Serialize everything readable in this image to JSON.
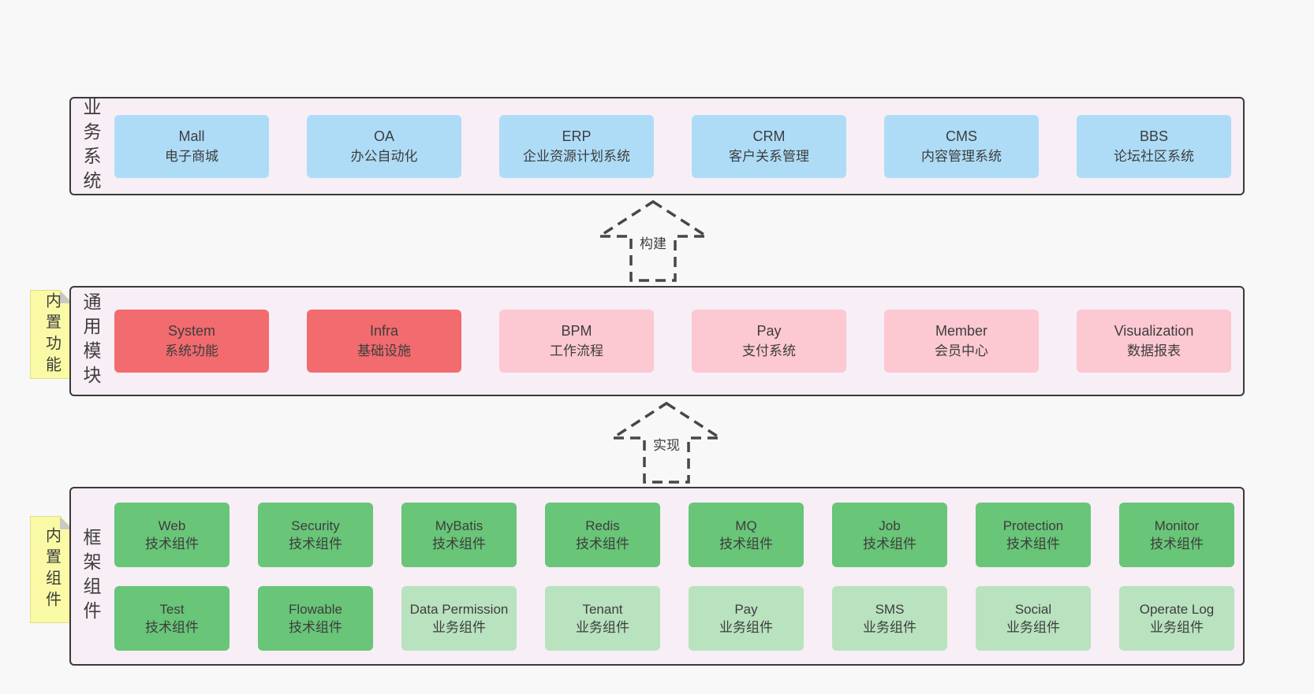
{
  "colors": {
    "page_bg": "#f8f8f8",
    "band_bg": "#f7eef6",
    "band_border": "#3a3a3a",
    "blue": "#aedcf7",
    "red": "#f26b6f",
    "pink": "#fcc8d2",
    "green": "#69c578",
    "green_light": "#b9e2bf",
    "tag_yellow": "#fafaa6",
    "tag_fold_gray": "#c8c8c8",
    "text": "#3d3d3d"
  },
  "diagram": {
    "arrows": [
      {
        "label": "构建"
      },
      {
        "label": "实现"
      }
    ],
    "sections": [
      {
        "id": "business",
        "side_label": "业务系统",
        "tag": null,
        "rows": [
          [
            {
              "name": "Mall",
              "sub": "电子商城",
              "type": "blue"
            },
            {
              "name": "OA",
              "sub": "办公自动化",
              "type": "blue"
            },
            {
              "name": "ERP",
              "sub": "企业资源计划系统",
              "type": "blue"
            },
            {
              "name": "CRM",
              "sub": "客户关系管理",
              "type": "blue"
            },
            {
              "name": "CMS",
              "sub": "内容管理系统",
              "type": "blue"
            },
            {
              "name": "BBS",
              "sub": "论坛社区系统",
              "type": "blue"
            }
          ]
        ]
      },
      {
        "id": "modules",
        "side_label": "通用模块",
        "tag": "内置功能",
        "rows": [
          [
            {
              "name": "System",
              "sub": "系统功能",
              "type": "red"
            },
            {
              "name": "Infra",
              "sub": "基础设施",
              "type": "red"
            },
            {
              "name": "BPM",
              "sub": "工作流程",
              "type": "pink"
            },
            {
              "name": "Pay",
              "sub": "支付系统",
              "type": "pink"
            },
            {
              "name": "Member",
              "sub": "会员中心",
              "type": "pink"
            },
            {
              "name": "Visualization",
              "sub": "数据报表",
              "type": "pink"
            }
          ]
        ]
      },
      {
        "id": "components",
        "side_label": "框架组件",
        "tag": "内置组件",
        "rows": [
          [
            {
              "name": "Web",
              "sub": "技术组件",
              "type": "green"
            },
            {
              "name": "Security",
              "sub": "技术组件",
              "type": "green"
            },
            {
              "name": "MyBatis",
              "sub": "技术组件",
              "type": "green"
            },
            {
              "name": "Redis",
              "sub": "技术组件",
              "type": "green"
            },
            {
              "name": "MQ",
              "sub": "技术组件",
              "type": "green"
            },
            {
              "name": "Job",
              "sub": "技术组件",
              "type": "green"
            },
            {
              "name": "Protection",
              "sub": "技术组件",
              "type": "green"
            },
            {
              "name": "Monitor",
              "sub": "技术组件",
              "type": "green"
            }
          ],
          [
            {
              "name": "Test",
              "sub": "技术组件",
              "type": "green"
            },
            {
              "name": "Flowable",
              "sub": "技术组件",
              "type": "green"
            },
            {
              "name": "Data Permission",
              "sub": "业务组件",
              "type": "green_light"
            },
            {
              "name": "Tenant",
              "sub": "业务组件",
              "type": "green_light"
            },
            {
              "name": "Pay",
              "sub": "业务组件",
              "type": "green_light"
            },
            {
              "name": "SMS",
              "sub": "业务组件",
              "type": "green_light"
            },
            {
              "name": "Social",
              "sub": "业务组件",
              "type": "green_light"
            },
            {
              "name": "Operate Log",
              "sub": "业务组件",
              "type": "green_light"
            }
          ]
        ]
      }
    ]
  }
}
